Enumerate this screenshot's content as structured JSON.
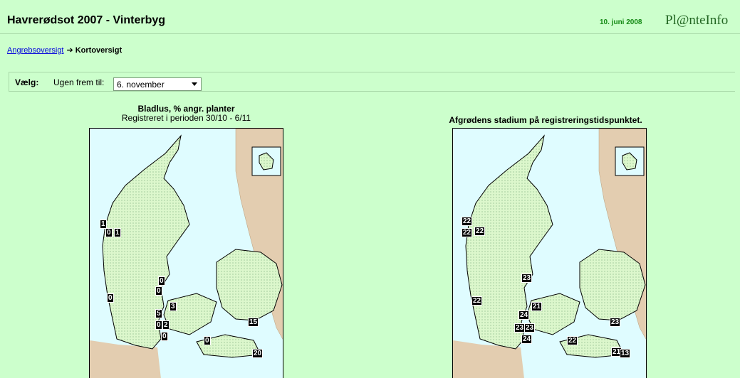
{
  "header": {
    "title": "Havrerødsot 2007 - Vinterbyg",
    "date": "10. juni 2008",
    "brand": "Pl@nteInfo"
  },
  "breadcrumb": {
    "link": "Angrebsoversigt",
    "current": "Kortoversigt"
  },
  "selector": {
    "label": "Vælg:",
    "week_label": "Ugen frem til:",
    "selected": "6. november"
  },
  "maps": {
    "left": {
      "title": "Bladlus, % angr. planter",
      "subtitle": "Registreret i perioden 30/10 - 6/11",
      "markers": [
        "1",
        "0",
        "1",
        "0",
        "0",
        "0",
        "3",
        "5",
        "0",
        "2",
        "0",
        "0",
        "15",
        "20"
      ]
    },
    "right": {
      "title": "Afgrødens stadium på registreringstidspunktet.",
      "markers": [
        "22",
        "22",
        "22",
        "23",
        "22",
        "24",
        "21",
        "23",
        "23",
        "24",
        "22",
        "23",
        "21",
        "13"
      ]
    }
  },
  "colors": {
    "background": "#ccffcc",
    "sea": "#dffcff",
    "land": "#d9f5c8",
    "neighbor": "#e0c8a8",
    "link": "#0000dd"
  }
}
